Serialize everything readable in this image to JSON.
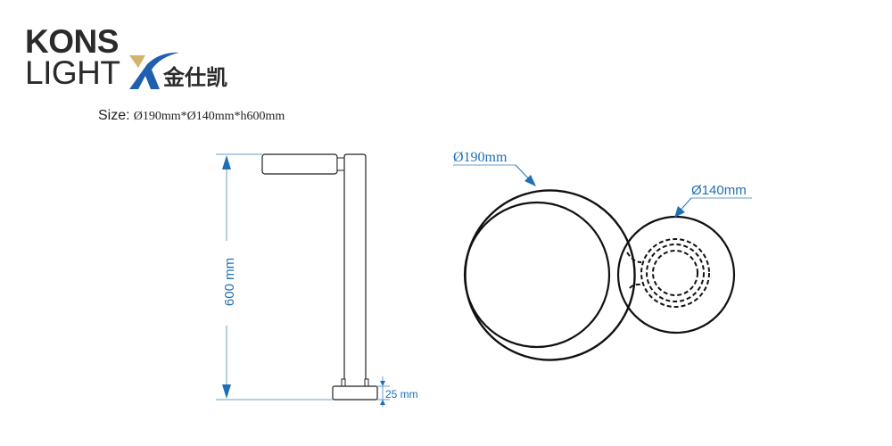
{
  "brand": {
    "name_line1": "KONS",
    "name_line2": "LIGHT",
    "name_cn": "金仕凯",
    "colors": {
      "text": "#2a2a2a",
      "accent_gold": "#d4b36a",
      "accent_blue": "#1f5fb0"
    }
  },
  "spec": {
    "label": "Size:",
    "value": "Ø190mm*Ø140mm*h600mm"
  },
  "side_view": {
    "height_label": "600 mm",
    "base_label": "25 mm"
  },
  "top_view": {
    "large_diameter_label": "Ø190mm",
    "small_diameter_label": "Ø140mm"
  },
  "colors": {
    "dimension": "#1f6fb5",
    "outline": "#111111"
  }
}
